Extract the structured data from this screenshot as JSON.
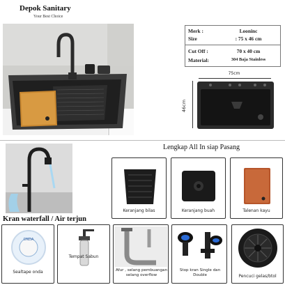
{
  "header": {
    "brand": "Depok Sanitary",
    "tagline": "Your Best Choice"
  },
  "specs": [
    {
      "label": "Merk :",
      "value": "Looninc"
    },
    {
      "label": "Size",
      "value": ": 75 x 46 cm"
    },
    {
      "label": "Cut Off :",
      "value": "70 x 40 cm"
    },
    {
      "label": "Material:",
      "value": "304 Baja Stainless"
    }
  ],
  "dimensions": {
    "width_label": "75cm",
    "height_label": "46cm"
  },
  "set_headline": "Lengkap All In siap Pasang",
  "faucet_caption": "Kran waterfall / Air terjun",
  "accessories_top": [
    {
      "label": "Keranjang bilas"
    },
    {
      "label": "Keranjang buah"
    },
    {
      "label": "Talenan kayu"
    }
  ],
  "accessories_bottom": [
    {
      "label": "Sealtape onda"
    },
    {
      "label": "Tempat Sabun"
    },
    {
      "label": "Afur , selang pembuangan selang overflow"
    },
    {
      "label": "Stop kran Single dan Double"
    },
    {
      "label": "Pencuci gelas/btol"
    }
  ],
  "tape_brand": "ONDA"
}
